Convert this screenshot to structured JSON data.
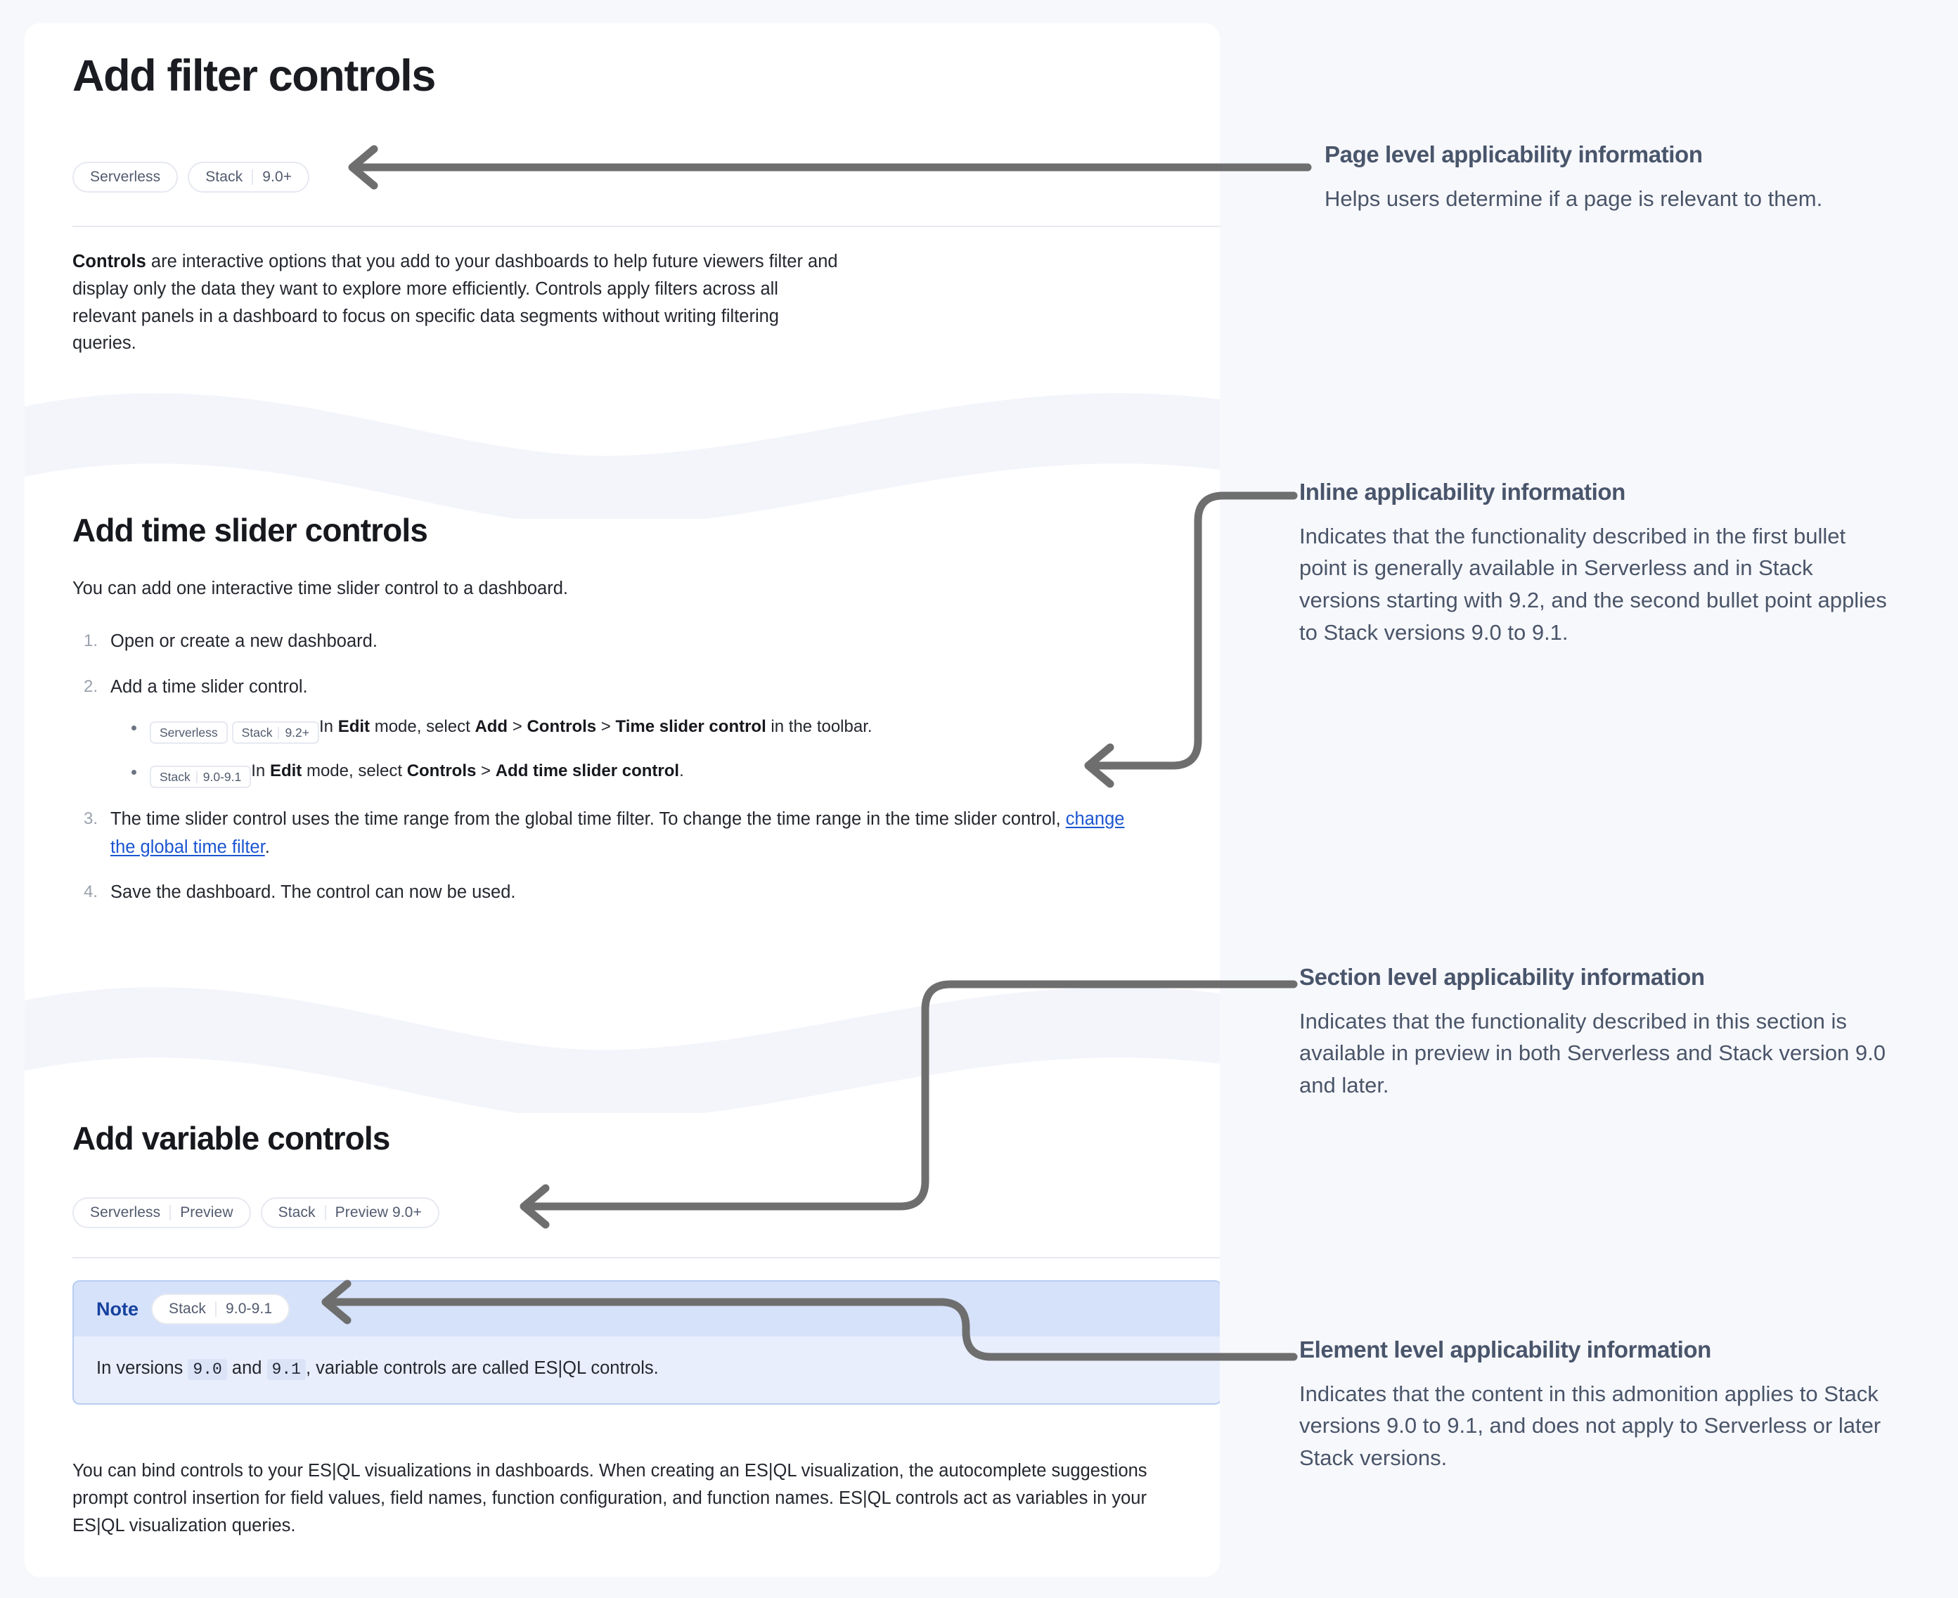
{
  "doc": {
    "page_title": "Add filter controls",
    "page_badges": [
      {
        "segments": [
          "Serverless"
        ]
      },
      {
        "segments": [
          "Stack",
          "9.0+"
        ]
      }
    ],
    "intro": {
      "lead": "Controls",
      "rest": " are interactive options that you add to your dashboards to help future viewers filter and display only the data they want to explore more efficiently. Controls apply filters across all relevant panels in a dashboard to focus on specific data segments without writing filtering queries."
    },
    "time_slider_section": {
      "title": "Add time slider controls",
      "intro": "You can add one interactive time slider control to a dashboard.",
      "step1": "Open or create a new dashboard.",
      "step2": "Add a time slider control.",
      "bullet1": {
        "badges": [
          {
            "segments": [
              "Serverless"
            ]
          },
          {
            "segments": [
              "Stack",
              "9.2+"
            ]
          }
        ],
        "text_1": "In ",
        "bold_1": "Edit",
        "text_2": " mode, select ",
        "bold_2": "Add",
        "text_3": " > ",
        "bold_3": "Controls",
        "text_4": " > ",
        "bold_4": "Time slider control",
        "text_5": " in the toolbar."
      },
      "bullet2": {
        "badges": [
          {
            "segments": [
              "Stack",
              "9.0-9.1"
            ]
          }
        ],
        "text_1": "In ",
        "bold_1": "Edit",
        "text_2": " mode, select ",
        "bold_2": "Controls",
        "text_3": " > ",
        "bold_3": "Add time slider control",
        "text_4": "."
      },
      "step3_a": "The time slider control uses the time range from the global time filter. To change the time range in the time slider control, ",
      "step3_link": "change the global time filter",
      "step3_b": ".",
      "step4": "Save the dashboard. The control can now be used."
    },
    "variable_section": {
      "title": "Add variable controls",
      "badges": [
        {
          "segments": [
            "Serverless",
            "Preview"
          ]
        },
        {
          "segments": [
            "Stack",
            "Preview 9.0+"
          ]
        }
      ],
      "note": {
        "label": "Note",
        "badges": [
          {
            "segments": [
              "Stack",
              "9.0-9.1"
            ]
          }
        ],
        "text_1": "In versions ",
        "code_1": "9.0",
        "text_2": " and ",
        "code_2": "9.1",
        "text_3": ", variable controls are called ES|QL controls."
      },
      "paragraph": "You can bind controls to your ES|QL visualizations in dashboards. When creating an ES|QL visualization, the autocomplete suggestions prompt control insertion for field values, field names, function configuration, and function names. ES|QL controls act as variables in your ES|QL visualization queries."
    }
  },
  "annotations": [
    {
      "id": "page-level",
      "title": "Page level applicability information",
      "body": "Helps users determine if a page is relevant to them."
    },
    {
      "id": "inline",
      "title": "Inline applicability information",
      "body": "Indicates that the functionality described in the first bullet point is generally available in Serverless and in Stack versions starting with 9.2, and the second bullet point applies to Stack versions 9.0 to 9.1."
    },
    {
      "id": "section-level",
      "title": "Section level applicability information",
      "body": "Indicates that the functionality described in this section is available in preview in both Serverless and Stack version 9.0 and later."
    },
    {
      "id": "element-level",
      "title": "Element level applicability information",
      "body": "Indicates that the content in this admonition applies to Stack versions 9.0 to 9.1, and does not apply to Serverless or later Stack versions."
    }
  ],
  "colors": {
    "page_background": "#f7f8fc",
    "card_background": "#ffffff",
    "connector": "#6e6e6e",
    "link": "#1b55d1",
    "badge_text": "#515a6e",
    "annotation_text": "#4a5569",
    "note_border": "#b8cdf2",
    "note_background": "#e8eefc",
    "note_header_background": "#d6e2fa",
    "note_label": "#16429e"
  }
}
